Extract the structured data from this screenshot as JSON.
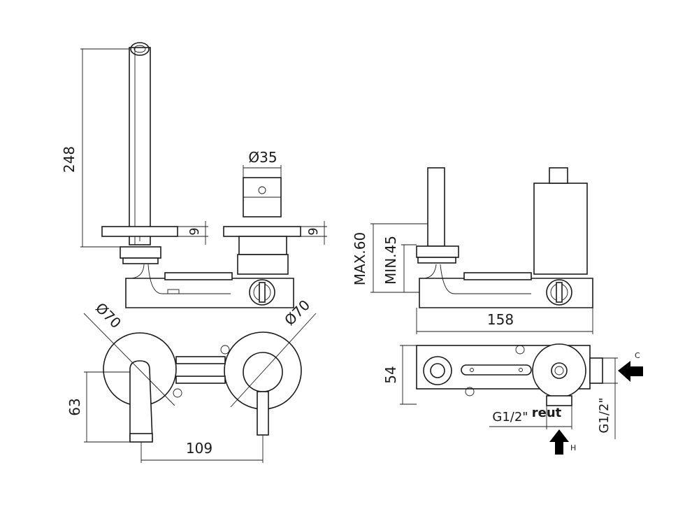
{
  "dimensions": {
    "spout_height": "248",
    "body_diameter": "Ø35",
    "plate_thickness_left": "9",
    "plate_thickness_right": "9",
    "rosette_diameter_left": "Ø70",
    "rosette_diameter_right": "Ø70",
    "spout_projection": "63",
    "center_distance": "109",
    "wall_max": "MAX.60",
    "wall_min": "MIN.45",
    "box_length": "158",
    "box_depth": "54",
    "inlet_bottom": "G1/2\"",
    "inlet_side": "G1/2\""
  },
  "labels": {
    "cold_inlet": "C",
    "hot_inlet": "H",
    "brand_mark": "reut"
  }
}
